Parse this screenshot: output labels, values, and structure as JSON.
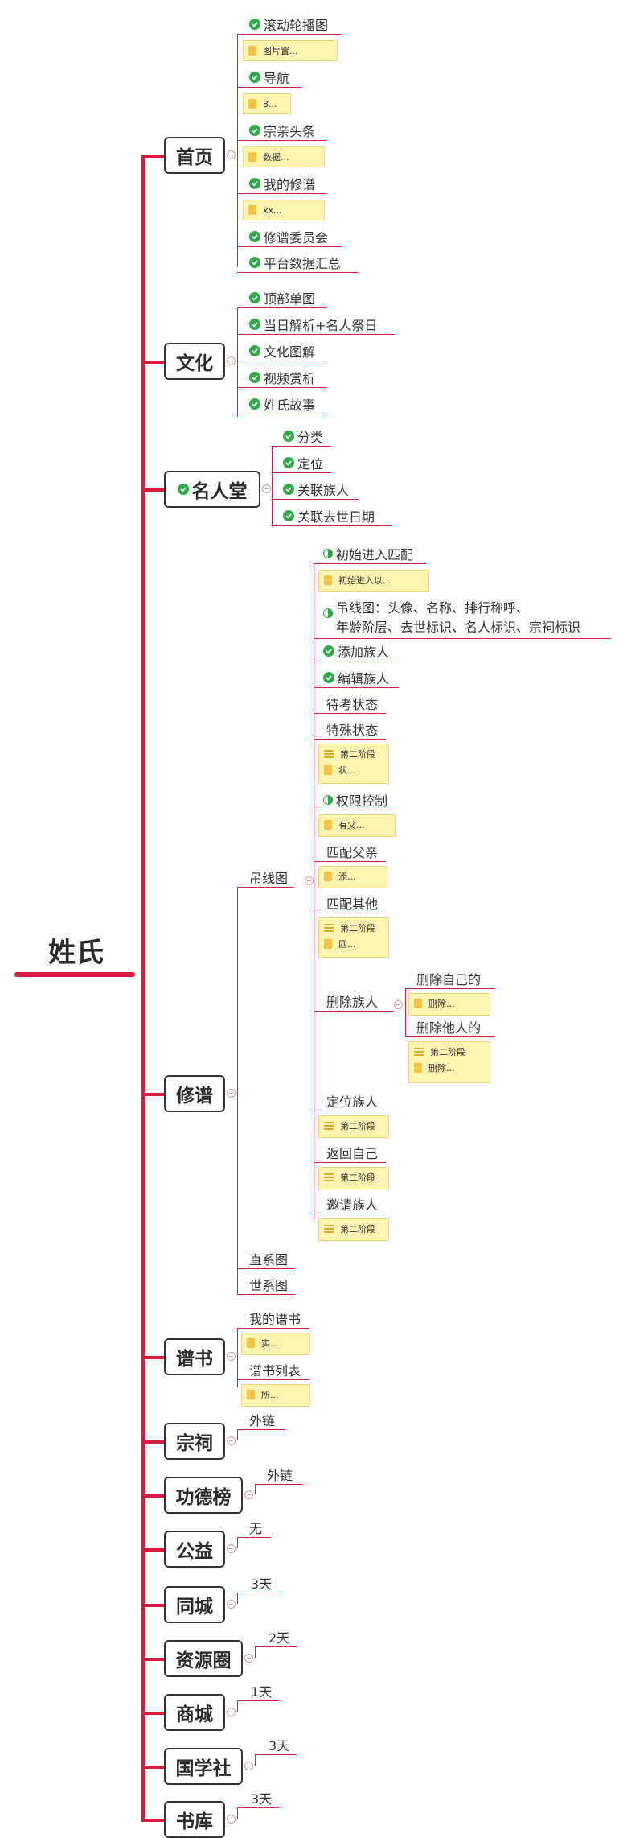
{
  "root": {
    "label": "姓氏"
  },
  "branches": {
    "home": {
      "label": "首页",
      "items": [
        {
          "label": "滚动轮播图",
          "note": "图片置..."
        },
        {
          "label": "导航",
          "note": "8..."
        },
        {
          "label": "宗亲头条",
          "note": "数据..."
        },
        {
          "label": "我的修谱",
          "note": "xx..."
        },
        {
          "label": "修谱委员会"
        },
        {
          "label": "平台数据汇总"
        }
      ]
    },
    "culture": {
      "label": "文化",
      "items": [
        "顶部单图",
        "当日解析+名人祭日",
        "文化图解",
        "视频赏析",
        "姓氏故事"
      ]
    },
    "fame": {
      "label": "名人堂",
      "items": [
        "分类",
        "定位",
        "关联族人",
        "关联去世日期"
      ]
    },
    "genealogy": {
      "label": "修谱",
      "diagram": {
        "label": "吊线图",
        "items": {
          "initial_match": "初始进入匹配",
          "initial_match_note": "初始进入以...",
          "diagram_desc_line1": "吊线图：头像、名称、排行称呼、",
          "diagram_desc_line2": "年龄阶层、去世标识、名人标识、宗祠标识",
          "add_member": "添加族人",
          "edit_member": "编辑族人",
          "pending_status": "待考状态",
          "special_status": "特殊状态",
          "special_note_1": "第二阶段",
          "special_note_2": "状...",
          "permission": "权限控制",
          "permission_note": "有父...",
          "match_father": "匹配父亲",
          "match_father_note": "添...",
          "match_other": "匹配其他",
          "match_other_note_1": "第二阶段",
          "match_other_note_2": "匹...",
          "delete_member": "删除族人",
          "delete_self": "删除自己的",
          "delete_self_note": "删除...",
          "delete_others": "删除他人的",
          "delete_others_note_1": "第二阶段",
          "delete_others_note_2": "删除...",
          "locate_member": "定位族人",
          "locate_member_note": "第二阶段",
          "back_self": "返回自己",
          "back_self_note": "第二阶段",
          "invite_member": "邀请族人",
          "invite_member_note": "第二阶段"
        }
      },
      "direct": "直系图",
      "generation": "世系图"
    },
    "book": {
      "label": "谱书",
      "my_book": "我的谱书",
      "my_book_note": "实...",
      "book_list": "谱书列表",
      "book_list_note": "所..."
    },
    "ancestral_hall": {
      "label": "宗祠",
      "child": "外链"
    },
    "merit": {
      "label": "功德榜",
      "child": "外链"
    },
    "charity": {
      "label": "公益",
      "child": "无"
    },
    "same_city": {
      "label": "同城",
      "child": "3天"
    },
    "resource": {
      "label": "资源圈",
      "child": "2天"
    },
    "mall": {
      "label": "商城",
      "child": "1天"
    },
    "sinology": {
      "label": "国学社",
      "child": "3天"
    },
    "library": {
      "label": "书库",
      "child": "3天"
    }
  },
  "colors": {
    "accent": "#d81e3e",
    "check": "#2faa4a",
    "note_bg": "#fff5b1"
  },
  "icons": {
    "done": "check-circle-icon",
    "partial": "half-circle-icon",
    "note": "note-icon"
  }
}
